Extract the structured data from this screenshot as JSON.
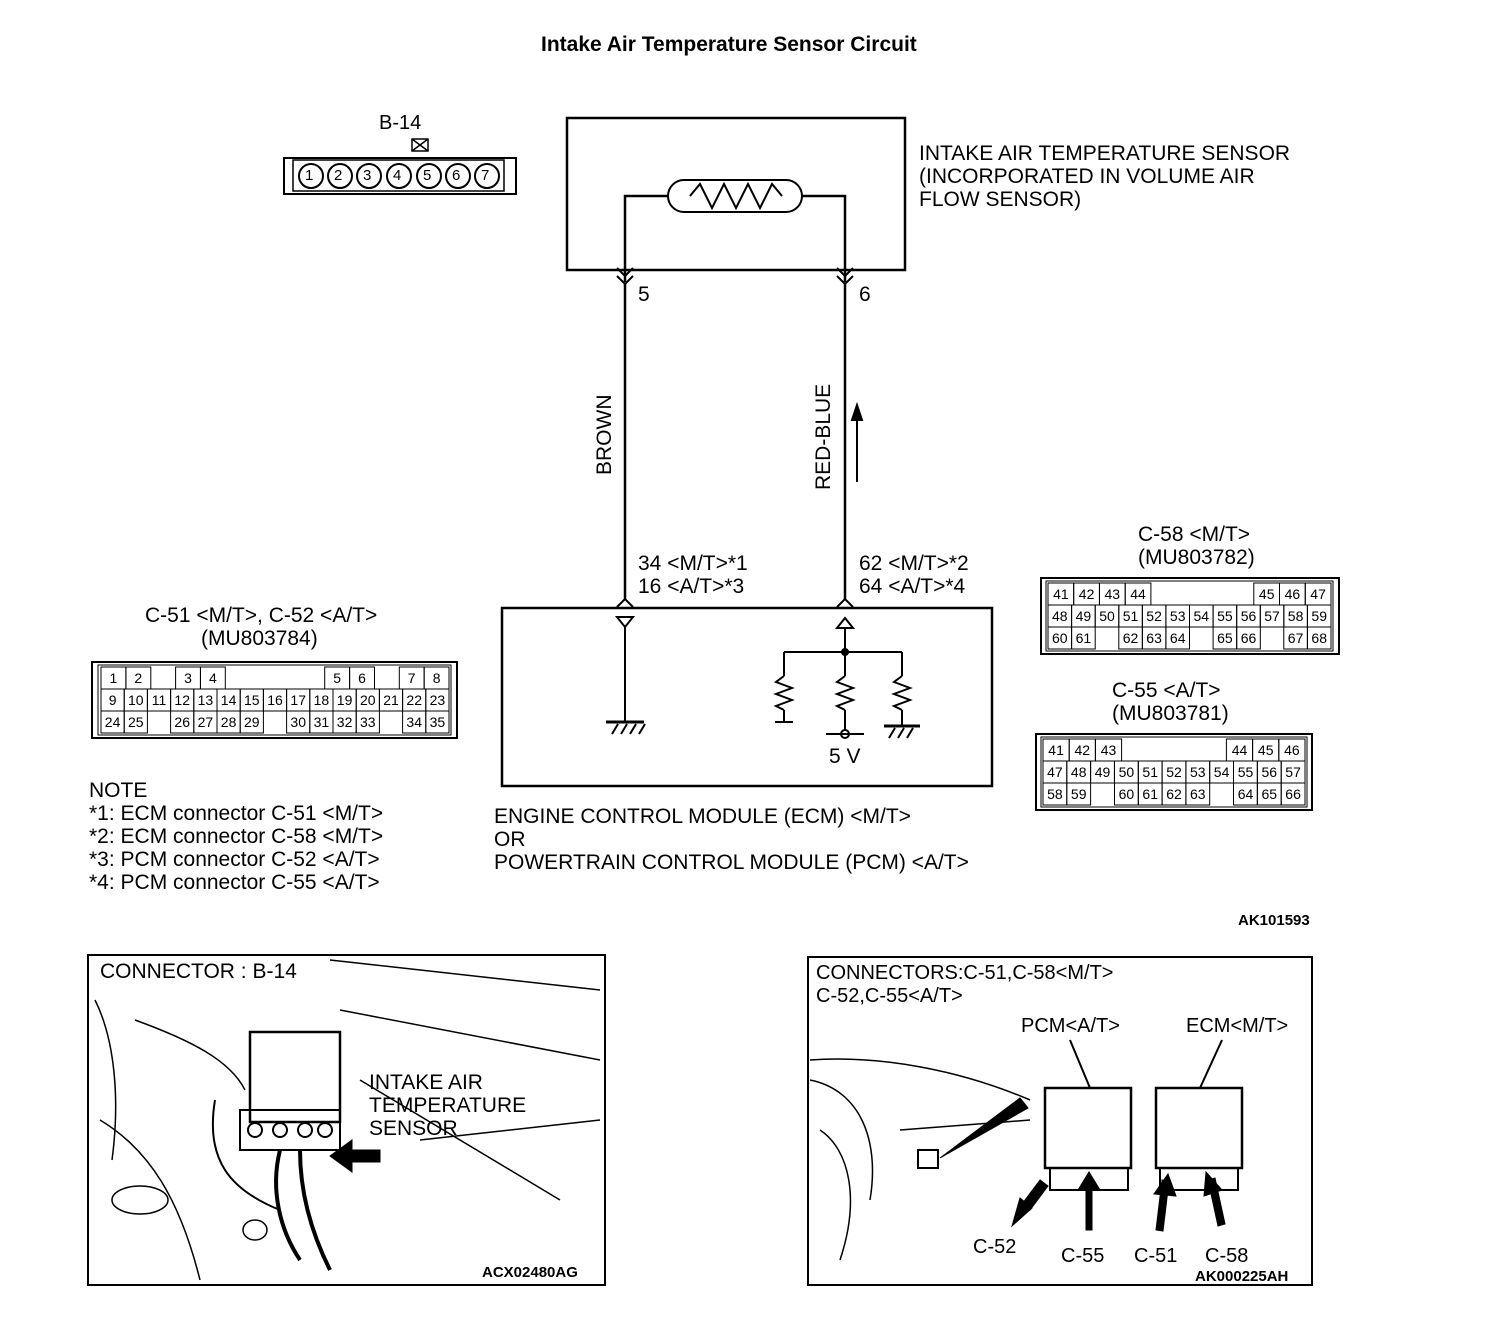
{
  "title": "Intake Air Temperature Sensor Circuit",
  "b14": {
    "label": "B-14",
    "pins": [
      "1",
      "2",
      "3",
      "4",
      "5",
      "6",
      "7"
    ]
  },
  "sensor": {
    "label_lines": [
      "INTAKE AIR TEMPERATURE SENSOR",
      "(INCORPORATED IN VOLUME AIR",
      "FLOW SENSOR)"
    ],
    "pin_left": "5",
    "pin_right": "6"
  },
  "wires": {
    "left_color": "BROWN",
    "right_color": "RED-BLUE"
  },
  "terminals": {
    "left_lines": [
      "34 <M/T>*1",
      "16 <A/T>*3"
    ],
    "right_lines": [
      "62 <M/T>*2",
      "64 <A/T>*4"
    ]
  },
  "ecm": {
    "voltage": "5 V",
    "label_lines": [
      "ENGINE CONTROL MODULE (ECM) <M/T>",
      "OR",
      "POWERTRAIN CONTROL MODULE (PCM) <A/T>"
    ]
  },
  "c51": {
    "title": "C-51 <M/T>, C-52 <A/T>",
    "part": "(MU803784)",
    "rows": [
      [
        "1",
        "2",
        "",
        "3",
        "4",
        "",
        "",
        "",
        "",
        "5",
        "6",
        "",
        "7",
        "8"
      ],
      [
        "9",
        "10",
        "11",
        "12",
        "13",
        "14",
        "15",
        "16",
        "17",
        "18",
        "19",
        "20",
        "21",
        "22",
        "23"
      ],
      [
        "24",
        "25",
        "",
        "26",
        "27",
        "28",
        "29",
        "",
        "30",
        "31",
        "32",
        "33",
        "",
        "34",
        "35"
      ]
    ]
  },
  "c58": {
    "title": "C-58 <M/T>",
    "part": "(MU803782)",
    "rows": [
      [
        "41",
        "42",
        "43",
        "44",
        "",
        "",
        "",
        "",
        "45",
        "46",
        "47"
      ],
      [
        "48",
        "49",
        "50",
        "51",
        "52",
        "53",
        "54",
        "55",
        "56",
        "57",
        "58",
        "59"
      ],
      [
        "60",
        "61",
        "",
        "62",
        "63",
        "64",
        "",
        "65",
        "66",
        "",
        "67",
        "68"
      ]
    ]
  },
  "c55": {
    "title": "C-55 <A/T>",
    "part": "(MU803781)",
    "rows": [
      [
        "41",
        "42",
        "43",
        "",
        "",
        "",
        "",
        "44",
        "45",
        "46"
      ],
      [
        "47",
        "48",
        "49",
        "50",
        "51",
        "52",
        "53",
        "54",
        "55",
        "56",
        "57"
      ],
      [
        "58",
        "59",
        "",
        "60",
        "61",
        "62",
        "63",
        "",
        "64",
        "65",
        "66"
      ]
    ]
  },
  "note": {
    "heading": "NOTE",
    "lines": [
      "*1: ECM connector C-51 <M/T>",
      "*2: ECM connector C-58 <M/T>",
      "*3: PCM connector C-52 <A/T>",
      "*4: PCM connector C-55 <A/T>"
    ]
  },
  "figure_code_top": "AK101593",
  "panel_left": {
    "title": "CONNECTOR : B-14",
    "callout_lines": [
      "INTAKE AIR",
      "TEMPERATURE",
      "SENSOR"
    ],
    "code": "ACX02480AG"
  },
  "panel_right": {
    "title_lines": [
      "CONNECTORS:C-51,C-58<M/T>",
      "C-52,C-55<A/T>"
    ],
    "pcm_label": "PCM<A/T>",
    "ecm_label": "ECM<M/T>",
    "conn_labels": [
      "C-52",
      "C-55",
      "C-51",
      "C-58"
    ],
    "code": "AK000225AH"
  }
}
